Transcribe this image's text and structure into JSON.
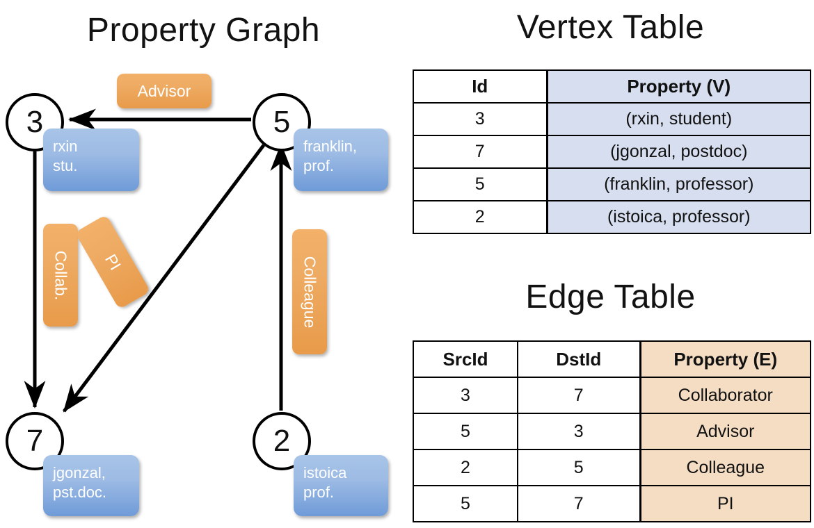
{
  "titles": {
    "property_graph": "Property Graph",
    "vertex_table": "Vertex Table",
    "edge_table": "Edge Table"
  },
  "colors": {
    "vertex_property_fill": "#d6deef",
    "edge_property_fill": "#f5ddc4",
    "vertex_box_blue": "#6f9bd8",
    "edge_label_orange": "#e89b4a",
    "stroke": "#000000"
  },
  "graph": {
    "vertices": [
      {
        "id": "3",
        "property_lines": [
          "rxin",
          "stu."
        ]
      },
      {
        "id": "5",
        "property_lines": [
          "franklin,",
          "prof."
        ]
      },
      {
        "id": "7",
        "property_lines": [
          "jgonzal,",
          "pst.doc."
        ]
      },
      {
        "id": "2",
        "property_lines": [
          "istoica",
          "prof."
        ]
      }
    ],
    "edge_labels": [
      {
        "name": "advisor",
        "text": "Advisor"
      },
      {
        "name": "collab",
        "text": "Collab."
      },
      {
        "name": "pi",
        "text": "PI"
      },
      {
        "name": "colleague",
        "text": "Colleague"
      }
    ],
    "edges": [
      {
        "src": "5",
        "dst": "3",
        "label": "Advisor"
      },
      {
        "src": "3",
        "dst": "7",
        "label": "Collab."
      },
      {
        "src": "5",
        "dst": "7",
        "label": "PI"
      },
      {
        "src": "2",
        "dst": "5",
        "label": "Colleague"
      }
    ]
  },
  "vertex_table": {
    "headers": [
      "Id",
      "Property (V)"
    ],
    "rows": [
      {
        "id": "3",
        "property": "(rxin, student)"
      },
      {
        "id": "7",
        "property": "(jgonzal, postdoc)"
      },
      {
        "id": "5",
        "property": "(franklin, professor)"
      },
      {
        "id": "2",
        "property": "(istoica, professor)"
      }
    ]
  },
  "edge_table": {
    "headers": [
      "SrcId",
      "DstId",
      "Property (E)"
    ],
    "rows": [
      {
        "src": "3",
        "dst": "7",
        "property": "Collaborator"
      },
      {
        "src": "5",
        "dst": "3",
        "property": "Advisor"
      },
      {
        "src": "2",
        "dst": "5",
        "property": "Colleague"
      },
      {
        "src": "5",
        "dst": "7",
        "property": "PI"
      }
    ]
  }
}
